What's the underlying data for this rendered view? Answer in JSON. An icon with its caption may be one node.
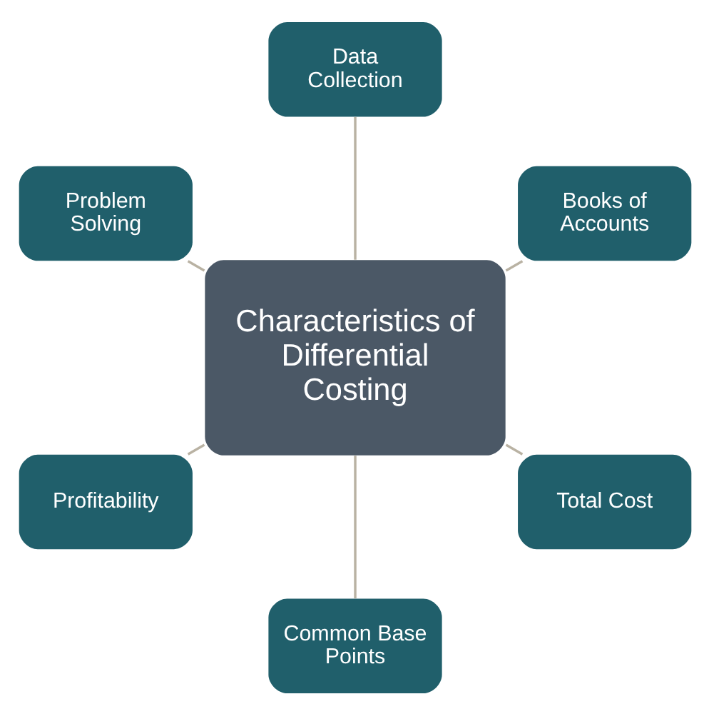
{
  "diagram": {
    "nodes": [
      {
        "text": [
          "Data Collection"
        ]
      },
      {
        "text": [
          "Problem Solving"
        ]
      },
      {
        "text": [
          "Books of Accounts"
        ]
      },
      {
        "text": [
          "Characteristics of Differential Costing"
        ]
      },
      {
        "text": [
          "Profitability"
        ]
      },
      {
        "text": [
          "Total Cost"
        ]
      },
      {
        "text": [
          "Common Base Points"
        ]
      }
    ],
    "edges": [
      {
        "from": 3,
        "to": 0,
        "arrow": "none"
      },
      {
        "from": 3,
        "to": 2,
        "arrow": "none"
      },
      {
        "from": 3,
        "to": 5,
        "arrow": "none"
      },
      {
        "from": 3,
        "to": 6,
        "arrow": "none"
      },
      {
        "from": 3,
        "to": 4,
        "arrow": "none"
      },
      {
        "from": 3,
        "to": 1,
        "arrow": "none"
      }
    ]
  }
}
